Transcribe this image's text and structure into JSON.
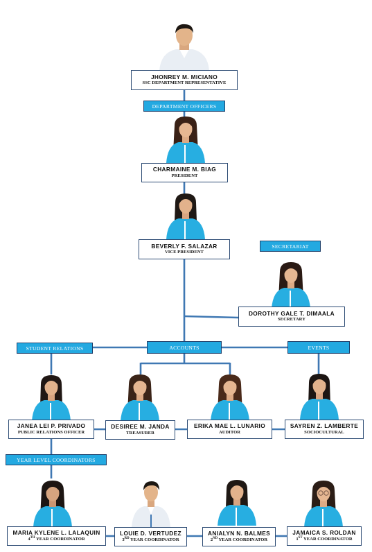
{
  "colors": {
    "line": "#3f78b3",
    "header_fill": "#23a9e1",
    "uniform": "#27aee1",
    "box_border": "#2b4a73"
  },
  "headers": {
    "department_officers": "DEPARTMENT OFFICERS",
    "secretariat": "SECRETARIAT",
    "student_relations": "STUDENT RELATIONS",
    "accounts": "ACCOUNTS",
    "events": "EVENTS",
    "year_level_coordinators": "YEAR LEVEL COORDINATORS"
  },
  "members": {
    "representative": {
      "name": "JHONREY M. MICIANO",
      "role": "SSC DEPARTMENT REPRESENTATIVE"
    },
    "president": {
      "name": "CHARMAINE M. BIAG",
      "role": "PRESIDENT"
    },
    "vice_president": {
      "name": "BEVERLY F. SALAZAR",
      "role": "VICE PRESIDENT"
    },
    "secretary": {
      "name": "DOROTHY GALE T. DIMAALA",
      "role": "SECRETARY"
    },
    "pro": {
      "name": "JANEA LEI P. PRIVADO",
      "role": "PUBLIC RELATIONS OFFICER"
    },
    "treasurer": {
      "name": "DESIREE M. JANDA",
      "role": "TREASURER"
    },
    "auditor": {
      "name": "ERIKA MAE L. LUNARIO",
      "role": "AUDITOR"
    },
    "sociocultural": {
      "name": "SAYREN Z. LAMBERTE",
      "role": "SOCIOCULTURAL"
    },
    "coord4": {
      "name": "MARIA KYLENE L. LALAQUIN",
      "role_num": "4",
      "role_sup": "TH",
      "role_rest": " YEAR COORDINATOR"
    },
    "coord3": {
      "name": "LOUIE D. VERTUDEZ",
      "role_num": "3",
      "role_sup": "RD",
      "role_rest": " YEAR COORDINATOR"
    },
    "coord2": {
      "name": "ANIALYN N. BALMES",
      "role_num": "2",
      "role_sup": "ND",
      "role_rest": " YEAR COORDINATOR"
    },
    "coord1": {
      "name": "JAMAICA S. ROLDAN",
      "role_num": "1",
      "role_sup": "ST",
      "role_rest": " YEAR COORDINATOR"
    }
  }
}
